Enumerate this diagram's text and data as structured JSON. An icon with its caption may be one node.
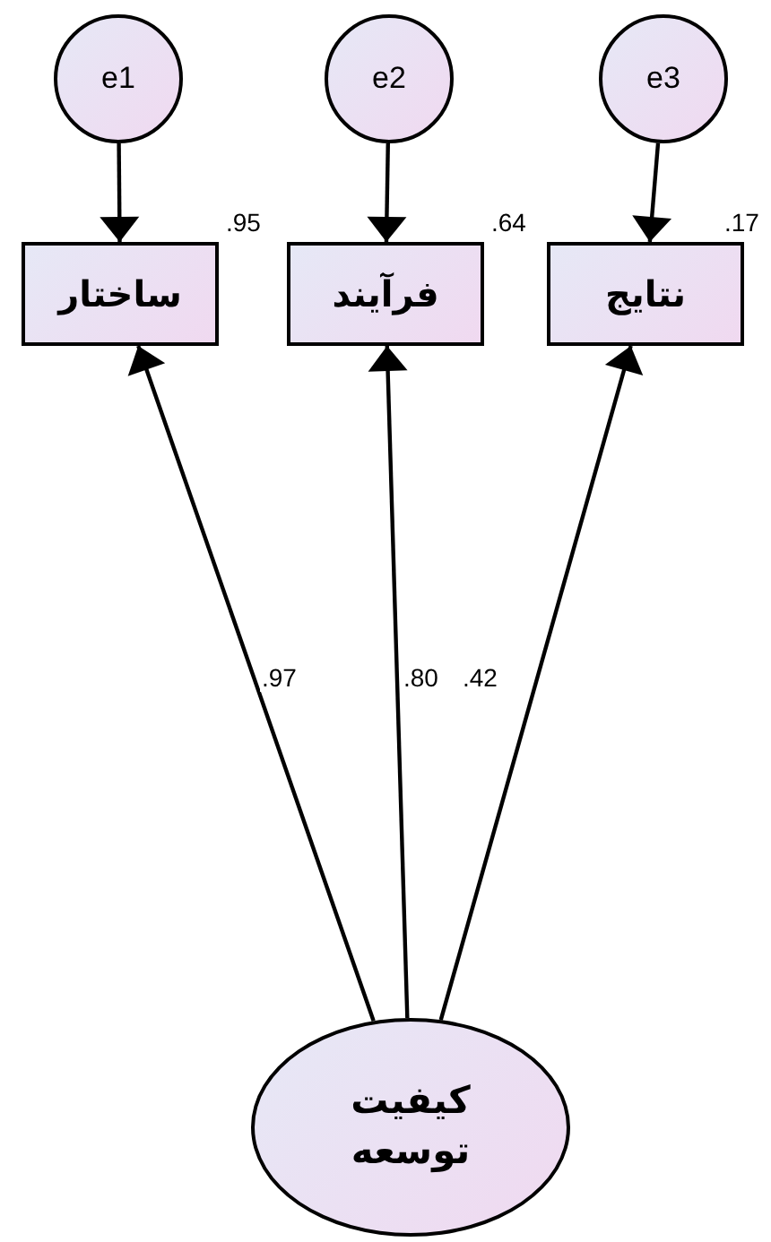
{
  "diagram": {
    "nodes": [
      {
        "text": [
          "e1"
        ]
      },
      {
        "text": [
          "e2"
        ]
      },
      {
        "text": [
          "e3"
        ]
      },
      {
        "text": [
          "ساختار"
        ],
        "beside": [
          ".95"
        ]
      },
      {
        "text": [
          "فرآیند"
        ],
        "beside": [
          ".64"
        ]
      },
      {
        "text": [
          "نتایج"
        ],
        "beside": [
          ".17"
        ]
      },
      {
        "text": [
          "کیفیت توسعه"
        ]
      }
    ],
    "edges": [
      {
        "from": 0,
        "to": 3,
        "arrow": "to"
      },
      {
        "from": 1,
        "to": 4,
        "arrow": "to"
      },
      {
        "from": 2,
        "to": 5,
        "arrow": "to"
      },
      {
        "from": 6,
        "to": 3,
        "arrow": "to",
        "label": ".97"
      },
      {
        "from": 6,
        "to": 4,
        "arrow": "to",
        "label": ".80"
      },
      {
        "from": 6,
        "to": 5,
        "arrow": "to",
        "label": ".42"
      }
    ]
  }
}
